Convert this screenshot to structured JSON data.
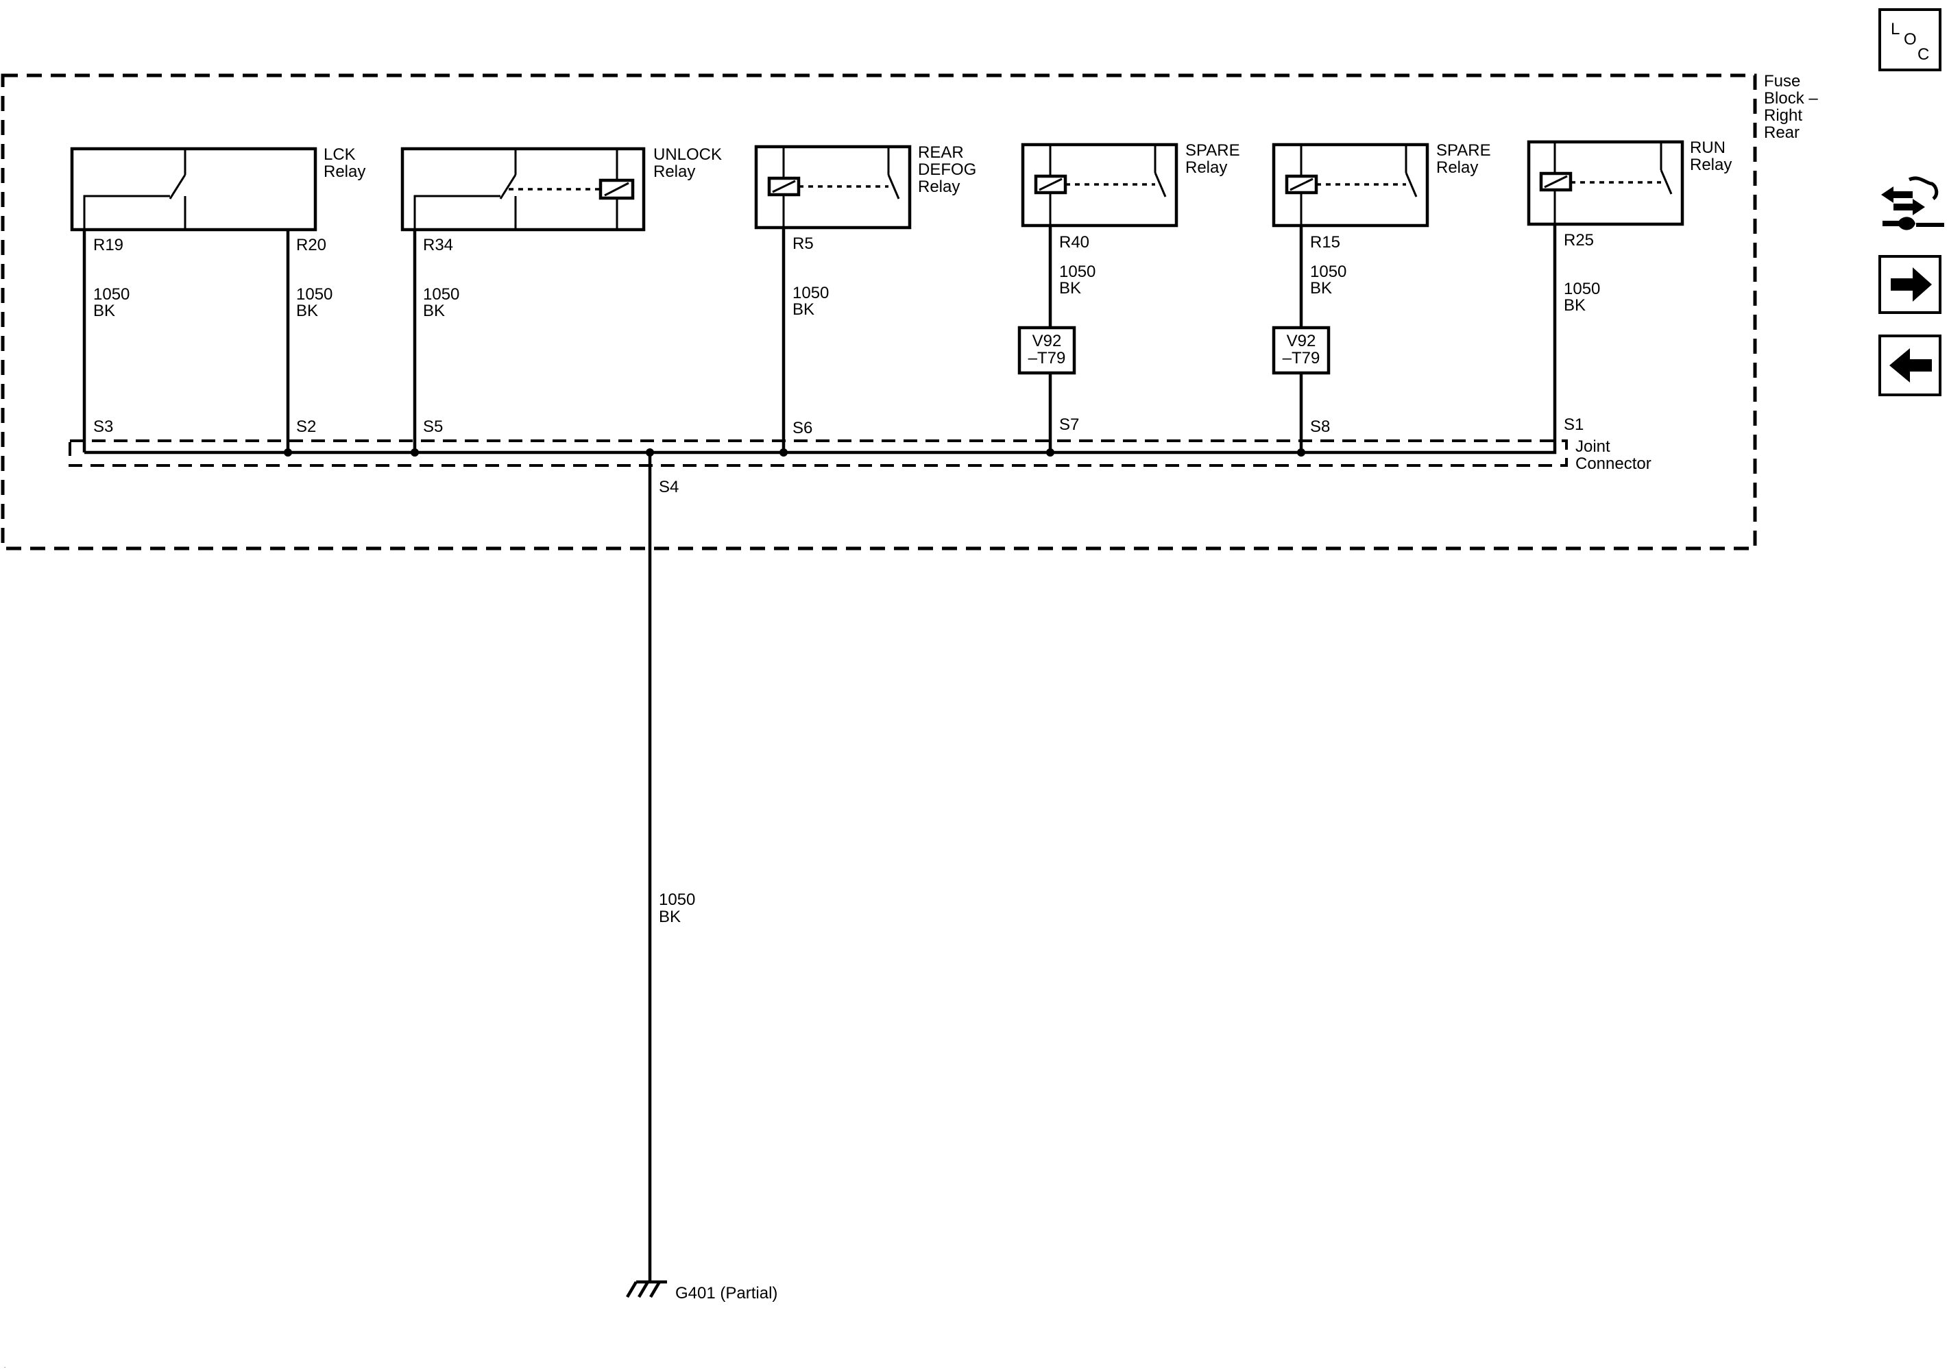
{
  "fuse_block": {
    "label": [
      "Fuse",
      "Block –",
      "Right",
      "Rear"
    ]
  },
  "joint_connector": {
    "label": [
      "Joint",
      "Connector"
    ]
  },
  "relays": {
    "lck": {
      "label": [
        "LCK",
        "Relay"
      ],
      "pins": [
        "R19",
        "R20"
      ]
    },
    "unlock": {
      "label": [
        "UNLOCK",
        "Relay"
      ],
      "pin": "R34"
    },
    "defog": {
      "label": [
        "REAR",
        "DEFOG",
        "Relay"
      ],
      "pin": "R5"
    },
    "spare1": {
      "label": [
        "SPARE",
        "Relay"
      ],
      "pin": "R40"
    },
    "spare2": {
      "label": [
        "SPARE",
        "Relay"
      ],
      "pin": "R15"
    },
    "run": {
      "label": [
        "RUN",
        "Relay"
      ],
      "pin": "R25"
    }
  },
  "wire": {
    "gauge": "1050",
    "color": "BK"
  },
  "option_tag": [
    "V92",
    "–T79"
  ],
  "splices": [
    "S3",
    "S2",
    "S5",
    "S6",
    "S7",
    "S8",
    "S1",
    "S4"
  ],
  "ground": {
    "label": "G401 (Partial)"
  },
  "nav": {
    "loc_letters": [
      "L",
      "O",
      "C"
    ]
  }
}
